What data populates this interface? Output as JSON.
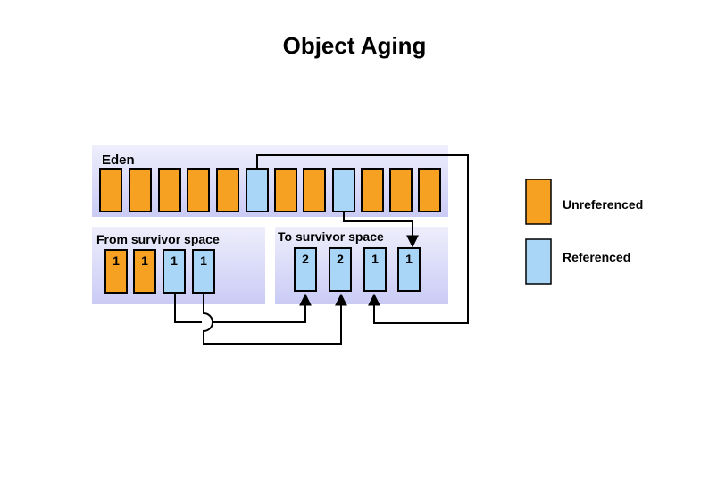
{
  "title": "Object Aging",
  "regions": {
    "eden": "Eden",
    "from": "From survivor space",
    "to": "To survivor space"
  },
  "eden_objects": [
    "unreferenced",
    "unreferenced",
    "unreferenced",
    "unreferenced",
    "unreferenced",
    "referenced",
    "unreferenced",
    "unreferenced",
    "referenced",
    "unreferenced",
    "unreferenced",
    "unreferenced"
  ],
  "from_objects": [
    {
      "state": "unreferenced",
      "age": "1"
    },
    {
      "state": "unreferenced",
      "age": "1"
    },
    {
      "state": "referenced",
      "age": "1"
    },
    {
      "state": "referenced",
      "age": "1"
    }
  ],
  "to_objects": [
    {
      "state": "referenced",
      "age": "2"
    },
    {
      "state": "referenced",
      "age": "2"
    },
    {
      "state": "referenced",
      "age": "1"
    },
    {
      "state": "referenced",
      "age": "1"
    }
  ],
  "legend": [
    {
      "state": "unreferenced",
      "label": "Unreferenced"
    },
    {
      "state": "referenced",
      "label": "Referenced"
    }
  ],
  "colors": {
    "unreferenced": "#F7A122",
    "referenced": "#A9D6F7",
    "region_top": "#EEEEFC",
    "region_bottom": "#CACBF5"
  }
}
